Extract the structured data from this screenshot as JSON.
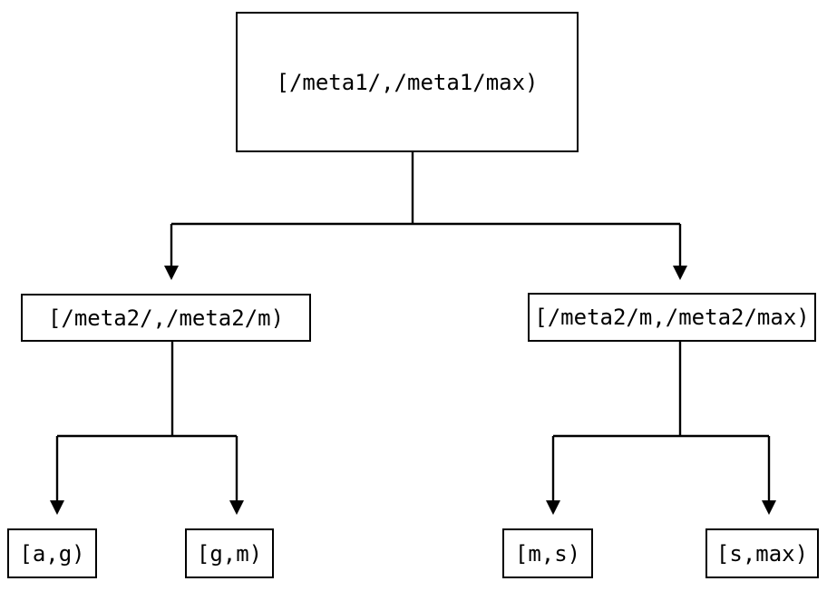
{
  "diagram": {
    "kind": "binary-partition-tree",
    "background_color": "#ffffff",
    "line_color": "#000000",
    "text_color": "#000000",
    "nodes": {
      "root": {
        "label": "[/meta1/,/meta1/max)"
      },
      "meta2_left": {
        "label": "[/meta2/,/meta2/m)"
      },
      "meta2_right": {
        "label": "[/meta2/m,/meta2/max)"
      },
      "leaf_ag": {
        "label": "[a,g)"
      },
      "leaf_gm": {
        "label": "[g,m)"
      },
      "leaf_ms": {
        "label": "[m,s)"
      },
      "leaf_smax": {
        "label": "[s,max)"
      }
    },
    "edges": [
      {
        "from": "root",
        "to": "meta2_left"
      },
      {
        "from": "root",
        "to": "meta2_right"
      },
      {
        "from": "meta2_left",
        "to": "leaf_ag"
      },
      {
        "from": "meta2_left",
        "to": "leaf_gm"
      },
      {
        "from": "meta2_right",
        "to": "leaf_ms"
      },
      {
        "from": "meta2_right",
        "to": "leaf_smax"
      }
    ]
  }
}
